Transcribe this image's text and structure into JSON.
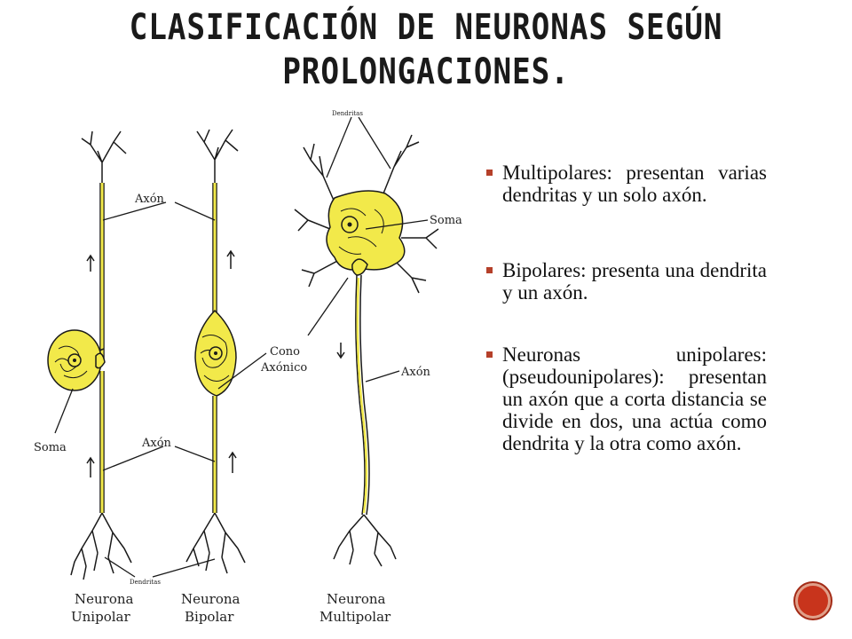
{
  "title": {
    "line1": "CLASIFICACIÓN DE NEURONAS SEGÚN",
    "line2": "PROLONGACIONES."
  },
  "figure": {
    "labels": {
      "axon_1": "Axón",
      "axon_2": "Axón",
      "axon_3": "Axón",
      "soma_1": "Soma",
      "soma_2": "Soma",
      "cono_1": "Cono",
      "cono_2": "Axónico",
      "dendritas_top": "Dendritas",
      "dendritas_bottom": "Dendritas"
    },
    "captions": {
      "unipolar_1": "Neurona",
      "unipolar_2": "Unipolar",
      "bipolar_1": "Neurona",
      "bipolar_2": "Bipolar",
      "multipolar_1": "Neurona",
      "multipolar_2": "Multipolar"
    },
    "colors": {
      "cell_fill": "#f2e94a",
      "outline": "#1a1a1a"
    }
  },
  "bullets": [
    {
      "text": "Multipolares: presentan varias dendritas y un solo axón."
    },
    {
      "text": " Bipolares: presenta una dendrita y un axón."
    },
    {
      "text": "Neuronas unipolares: (pseudounipolares): presentan un axón que a corta distancia se divide en dos, una actúa como dendrita y la otra como axón."
    }
  ],
  "colors": {
    "bullet_marker": "#b5402a",
    "nav_button": "#c8341c"
  },
  "nav": {
    "icon": "circle-nav-icon"
  }
}
